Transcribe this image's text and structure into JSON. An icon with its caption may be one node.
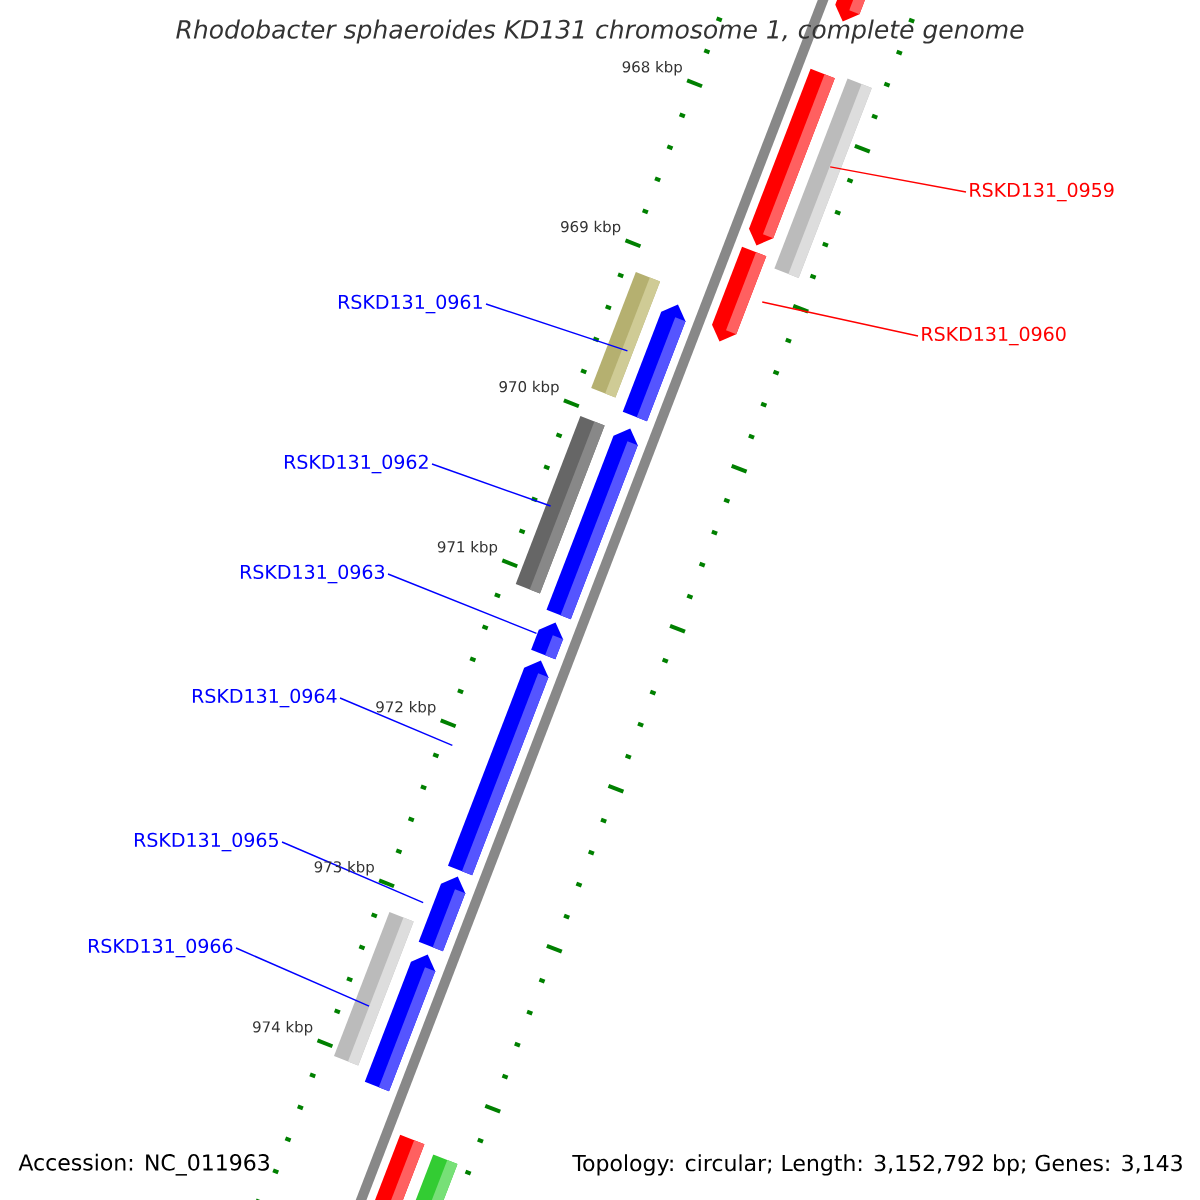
{
  "diagram": {
    "title": "Rhodobacter sphaeroides KD131 chromosome 1, complete genome",
    "nodes": [
      {
        "text": [
          "RSKD131_0959"
        ]
      },
      {
        "text": [
          "RSKD131_0960"
        ]
      },
      {
        "text": [
          "RSKD131_0961"
        ]
      },
      {
        "text": [
          "RSKD131_0962"
        ]
      },
      {
        "text": [
          "RSKD131_0963"
        ]
      },
      {
        "text": [
          "RSKD131_0964"
        ]
      },
      {
        "text": [
          "RSKD131_0965"
        ]
      },
      {
        "text": [
          "RSKD131_0966"
        ]
      },
      {
        "text": [],
        "shape": "arrow"
      },
      {
        "text": [],
        "shape": "arrow"
      },
      {
        "text": [],
        "shape": "bar"
      },
      {
        "text": [],
        "shape": "arrow"
      },
      {
        "text": [],
        "shape": "bar"
      },
      {
        "text": [],
        "shape": "arrow"
      },
      {
        "text": [],
        "shape": "arrow"
      },
      {
        "text": [],
        "shape": "bar"
      },
      {
        "text": [],
        "shape": "arrow"
      },
      {
        "text": [],
        "shape": "arrow"
      },
      {
        "text": [],
        "shape": "arrow"
      },
      {
        "text": [],
        "shape": "bar"
      },
      {
        "text": [],
        "shape": "arrow"
      },
      {
        "text": [],
        "shape": "arrow"
      },
      {
        "text": [],
        "shape": "bar"
      }
    ],
    "edges": [
      {
        "from": 0,
        "to": 9,
        "arrow": "none",
        "color": "#ff0000"
      },
      {
        "from": 1,
        "to": 11,
        "arrow": "none",
        "color": "#ff0000"
      },
      {
        "from": 2,
        "to": 13,
        "arrow": "none"
      },
      {
        "from": 3,
        "to": 14,
        "arrow": "none"
      },
      {
        "from": 4,
        "to": 16,
        "arrow": "none"
      },
      {
        "from": 5,
        "to": 17,
        "arrow": "none"
      },
      {
        "from": 6,
        "to": 18,
        "arrow": "none"
      },
      {
        "from": 7,
        "to": 20,
        "arrow": "none"
      }
    ],
    "labels": [
      "968 kbp",
      "969 kbp",
      "970 kbp",
      "971 kbp",
      "972 kbp",
      "973 kbp",
      "974 kbp",
      "Accession: NC_011963",
      "Topology: circular; Length: 3,152,792 bp; Genes: 3,143"
    ]
  }
}
